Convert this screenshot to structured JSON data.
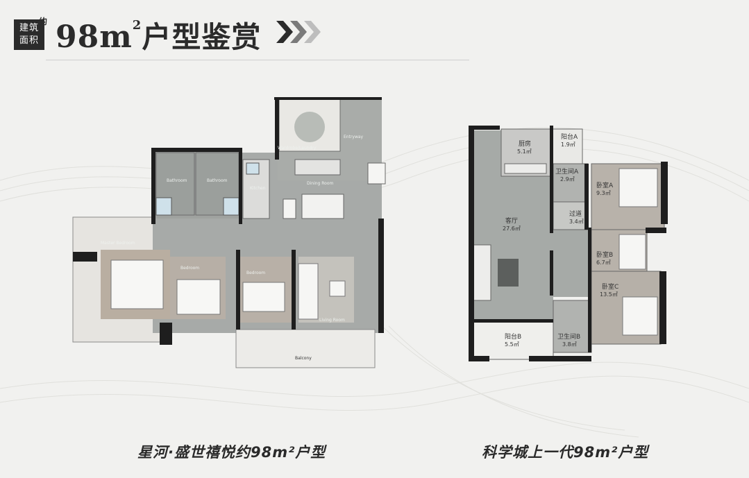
{
  "header": {
    "badge_line1": "建筑",
    "badge_line2": "面积",
    "approx": "约",
    "area_number": "98m",
    "area_sup": "2",
    "title_text": "户型鉴赏"
  },
  "left_plan": {
    "caption": "星河·盛世禧悦约98m²户型",
    "rooms": {
      "wardrobe": "Wardrobe/Laundry",
      "entryway": "Entryway",
      "bathroom1": "Bathroom",
      "bathroom2": "Bathroom",
      "dining": "Dining Room",
      "kitchen": "Kitchen",
      "master": "Master Bedroom",
      "bedroom_mid": "Bedroom",
      "bedroom_right": "Bedroom",
      "living": "Living Room",
      "balcony": "Balcony"
    }
  },
  "right_plan": {
    "caption": "科学城上一代98m²户型",
    "rooms": {
      "kitchen_name": "厨房",
      "kitchen_area": "5.1㎡",
      "balcony_a_name": "阳台A",
      "balcony_a_area": "1.9㎡",
      "bath_a_name": "卫生间A",
      "bath_a_area": "2.9㎡",
      "bedroom_a_name": "卧室A",
      "bedroom_a_area": "9.3㎡",
      "corridor_name": "过道",
      "corridor_area": "3.4㎡",
      "living_name": "客厅",
      "living_area": "27.6㎡",
      "bedroom_b_name": "卧室B",
      "bedroom_b_area": "6.7㎡",
      "bedroom_c_name": "卧室C",
      "bedroom_c_area": "13.5㎡",
      "balcony_b_name": "阳台B",
      "balcony_b_area": "5.5㎡",
      "bath_b_name": "卫生间B",
      "bath_b_area": "3.8㎡"
    }
  }
}
